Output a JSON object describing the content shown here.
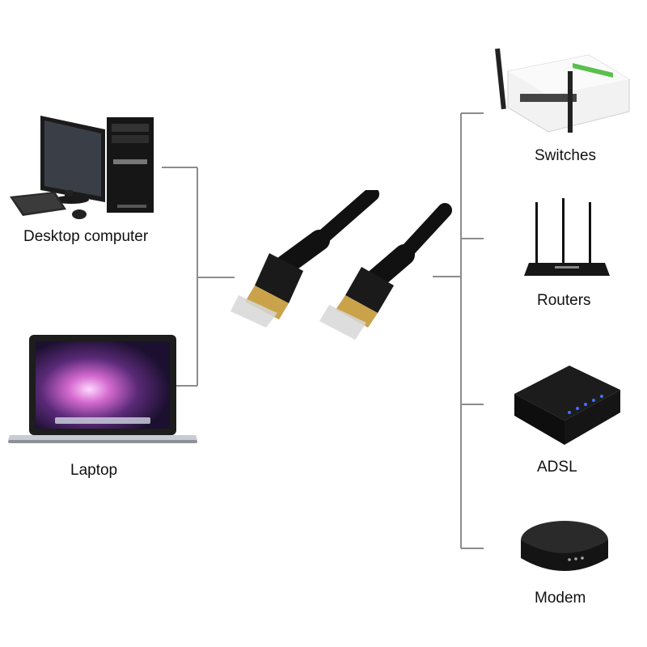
{
  "left_devices": [
    {
      "label": "Desktop computer",
      "icon": "desktop-computer-icon"
    },
    {
      "label": "Laptop",
      "icon": "laptop-icon"
    }
  ],
  "right_devices": [
    {
      "label": "Switches",
      "icon": "switch-icon"
    },
    {
      "label": "Routers",
      "icon": "router-icon"
    },
    {
      "label": "ADSL",
      "icon": "adsl-icon"
    },
    {
      "label": "Modem",
      "icon": "modem-icon"
    }
  ],
  "center": {
    "icon": "ethernet-cable-icon"
  },
  "colors": {
    "connector_line": "#8c8c8c",
    "cable": "#111111",
    "plug_gold": "#c9a24a"
  }
}
